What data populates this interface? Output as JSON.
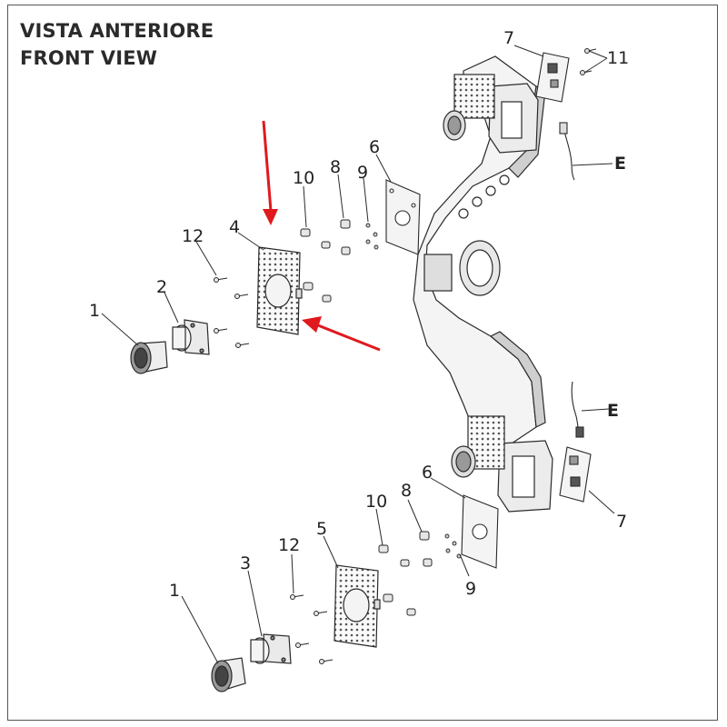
{
  "titles": {
    "it": "VISTA ANTERIORE",
    "en": "FRONT VIEW"
  },
  "callouts": {
    "p1a": "1",
    "p2": "2",
    "p12a": "12",
    "p4": "4",
    "p10a": "10",
    "p8a": "8",
    "p9a": "9",
    "p6a": "6",
    "p7a": "7",
    "p11": "11",
    "pEa": "E",
    "pEb": "E",
    "p7b": "7",
    "p6b": "6",
    "p8b": "8",
    "p10b": "10",
    "p9b": "9",
    "p5": "5",
    "p12b": "12",
    "p3": "3",
    "p1b": "1"
  },
  "colors": {
    "arrow": "#e0191d",
    "line": "#2a2a2a",
    "part_fill": "#f4f4f4",
    "shade": "#cfcfcf"
  }
}
